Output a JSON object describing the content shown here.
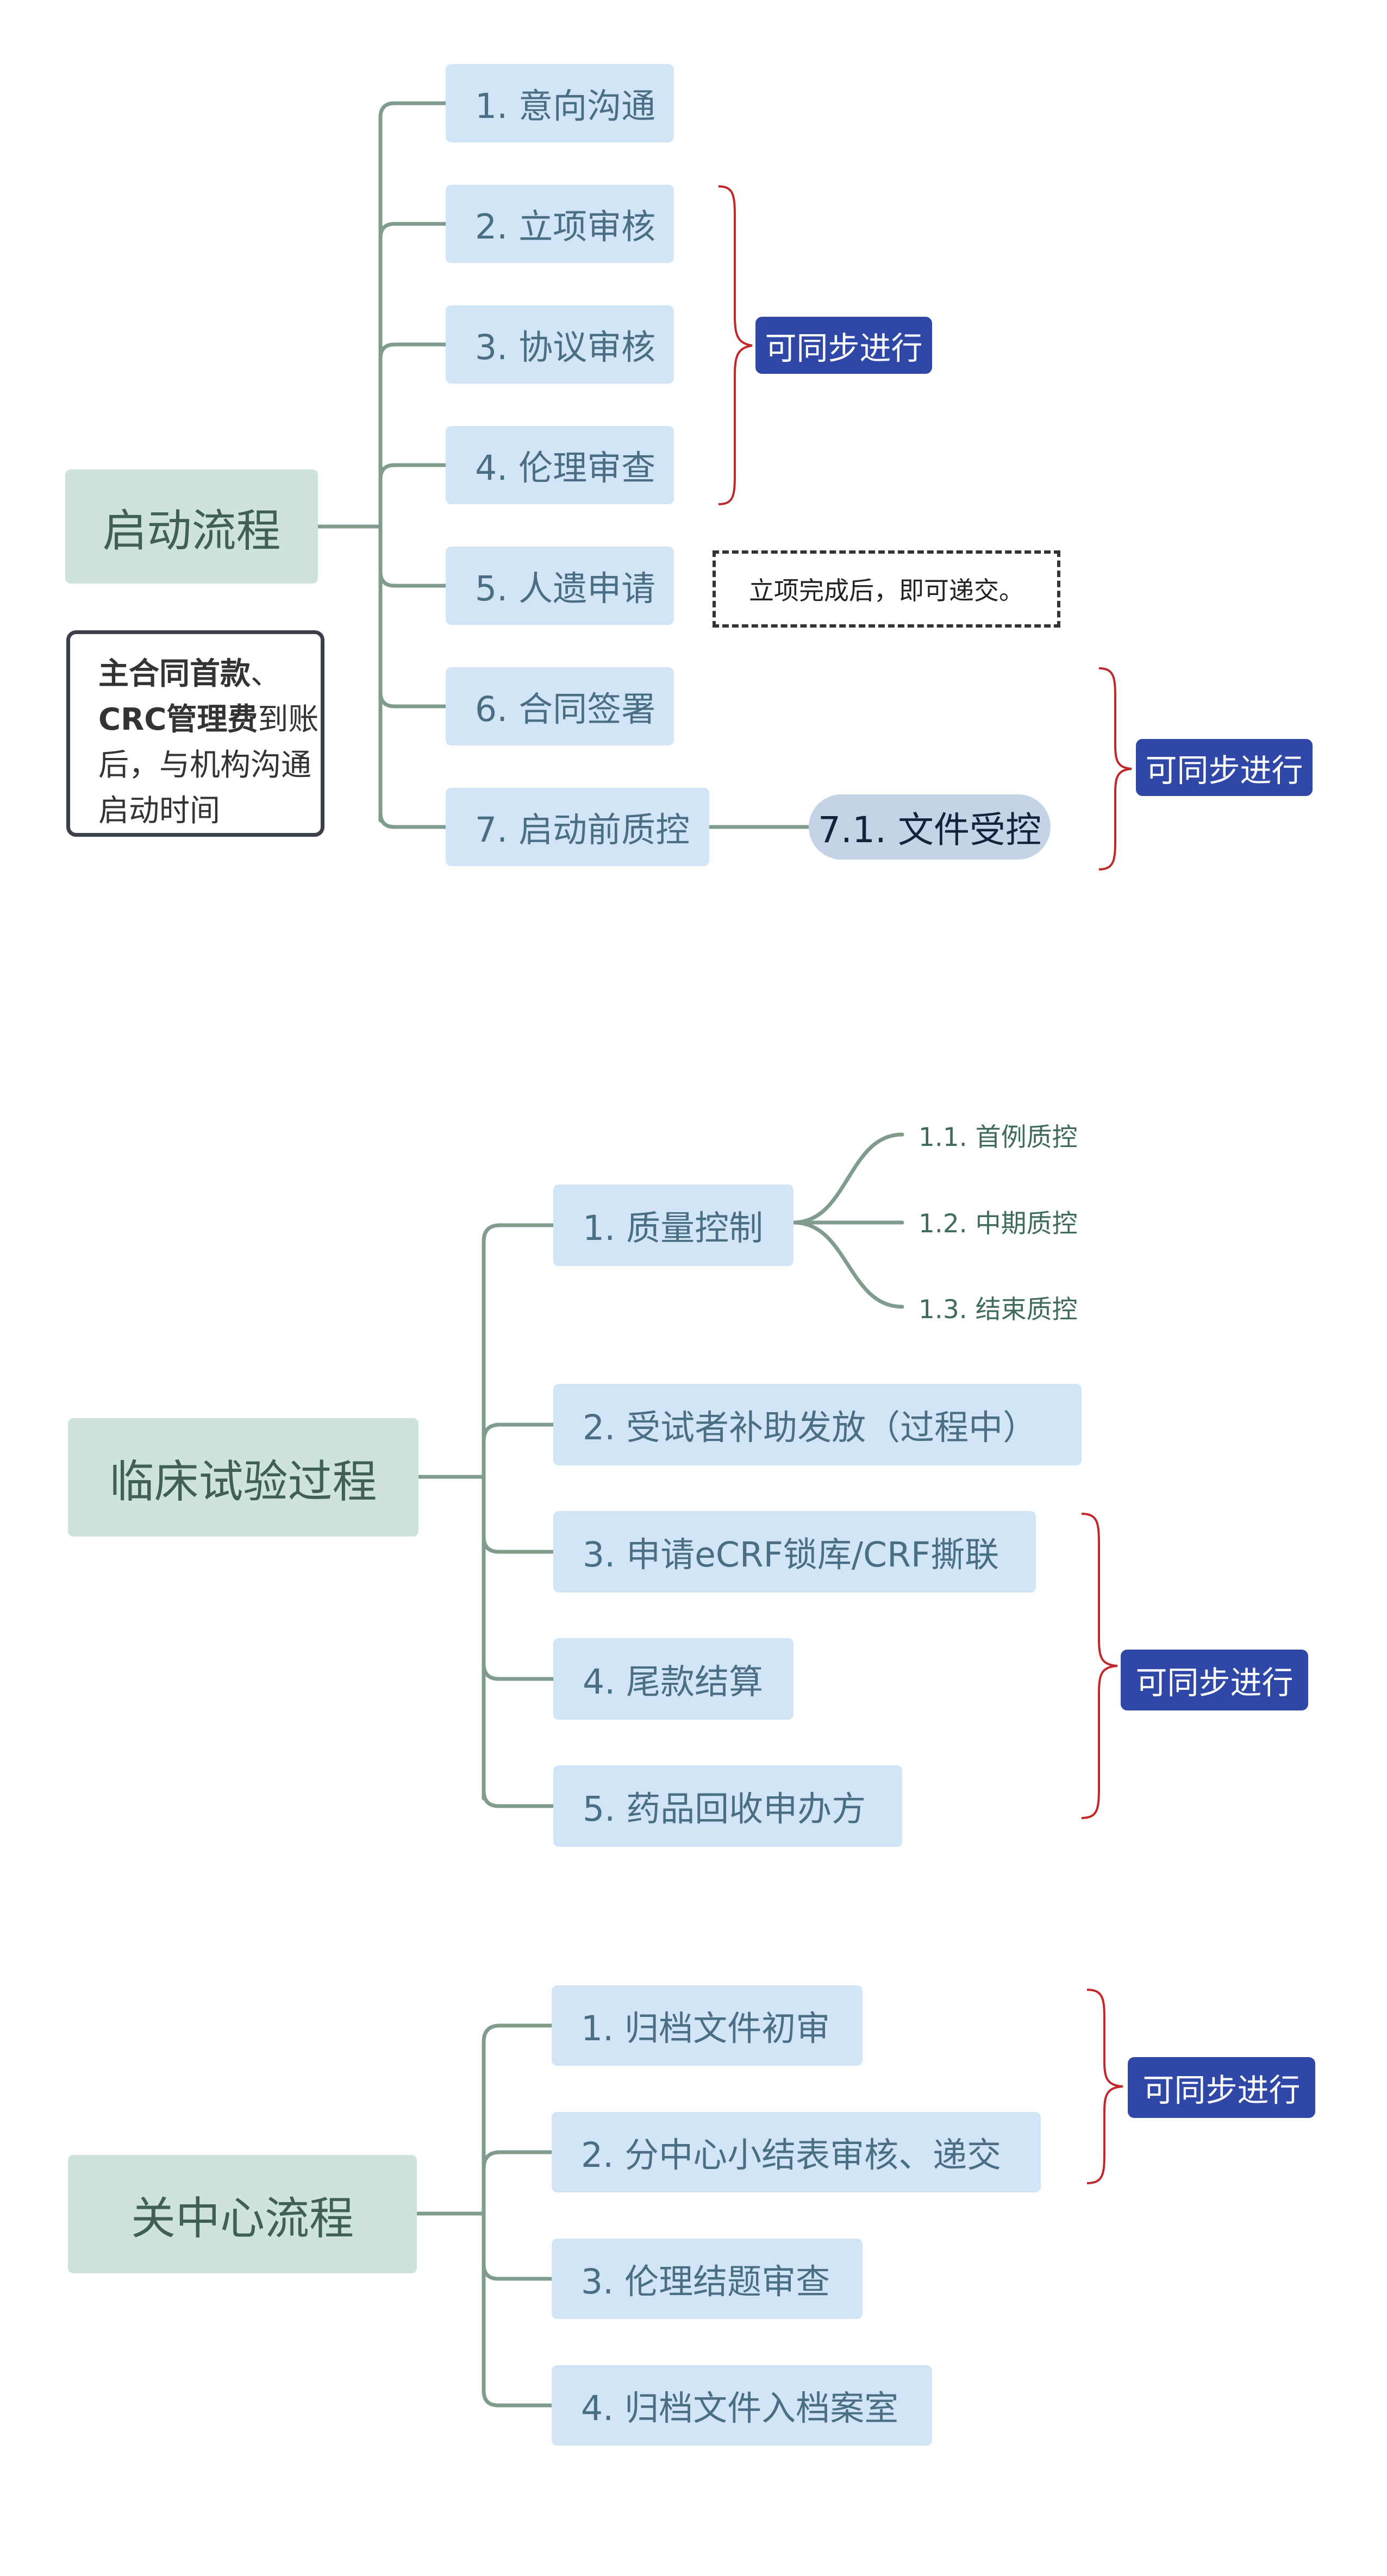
{
  "colors": {
    "root_bg": "#cde3dc",
    "topic_bg": "#d2e5f6",
    "badge_bg": "#2f47a6",
    "connector": "#7f9c8c",
    "brace": "#c0282a"
  },
  "section1": {
    "root": "启动流程",
    "topics": [
      "1. 意向沟通",
      "2. 立项审核",
      "3. 协议审核",
      "4. 伦理审查",
      "5. 人遗申请",
      "6. 合同签署",
      "7. 启动前质控"
    ],
    "subtopic": "7.1. 文件受控",
    "badges": [
      "可同步进行",
      "可同步进行"
    ],
    "dashed_note": "立项完成后，即可递交。",
    "note": {
      "bold1": "主合同首款",
      "text1": "、",
      "bold2": "CRC管理费",
      "text2": "到账后，与机构沟通启动时间"
    }
  },
  "section2": {
    "root": "临床试验过程",
    "topics": [
      "1. 质量控制",
      "2. 受试者补助发放（过程中）",
      "3. 申请eCRF锁库/CRF撕联",
      "4. 尾款结算",
      "5. 药品回收申办方"
    ],
    "subtopics": [
      "1.1. 首例质控",
      "1.2. 中期质控",
      "1.3. 结束质控"
    ],
    "badge": "可同步进行"
  },
  "section3": {
    "root": "关中心流程",
    "topics": [
      "1. 归档文件初审",
      "2. 分中心小结表审核、递交",
      "3. 伦理结题审查",
      "4. 归档文件入档案室"
    ],
    "badge": "可同步进行"
  }
}
